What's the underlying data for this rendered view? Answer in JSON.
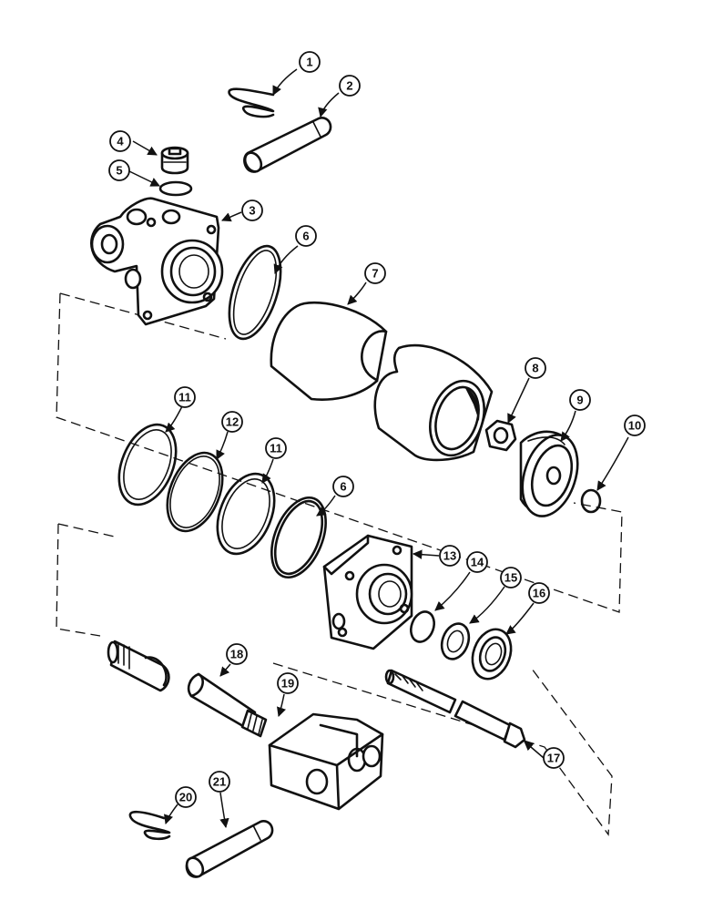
{
  "callouts": [
    "1",
    "2",
    "3",
    "4",
    "5",
    "6",
    "7",
    "8",
    "9",
    "10",
    "11",
    "12",
    "11",
    "6",
    "13",
    "14",
    "15",
    "16",
    "17",
    "18",
    "19",
    "20",
    "21"
  ]
}
